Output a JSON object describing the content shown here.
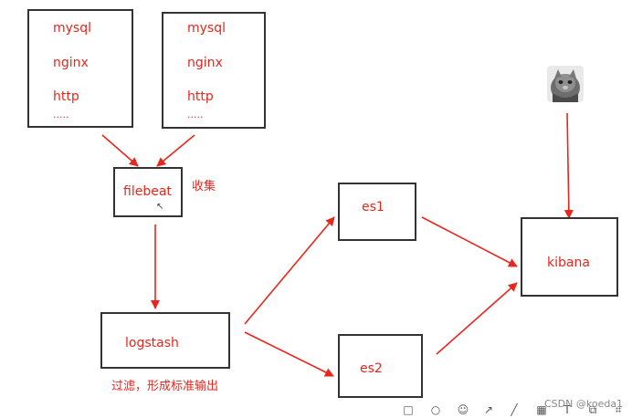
{
  "sources": [
    {
      "items": [
        "mysql",
        "nginx",
        "http",
        "....."
      ]
    },
    {
      "items": [
        "mysql",
        "nginx",
        "http",
        "....."
      ]
    }
  ],
  "filebeat": {
    "label": "filebeat",
    "note": "收集"
  },
  "logstash": {
    "label": "logstash",
    "note": "过滤，形成标准输出"
  },
  "es1": {
    "label": "es1"
  },
  "es2": {
    "label": "es2"
  },
  "kibana": {
    "label": "kibana"
  },
  "watermark": "CSDN @koeda1",
  "colors": {
    "accent": "#e8261c",
    "border": "#333333"
  },
  "toolbar": {
    "icons": [
      "square-icon",
      "circle-icon",
      "smiley-icon",
      "arrow-icon",
      "line-icon",
      "mosaic-icon",
      "text-icon",
      "copy-icon",
      "crop-icon"
    ]
  }
}
